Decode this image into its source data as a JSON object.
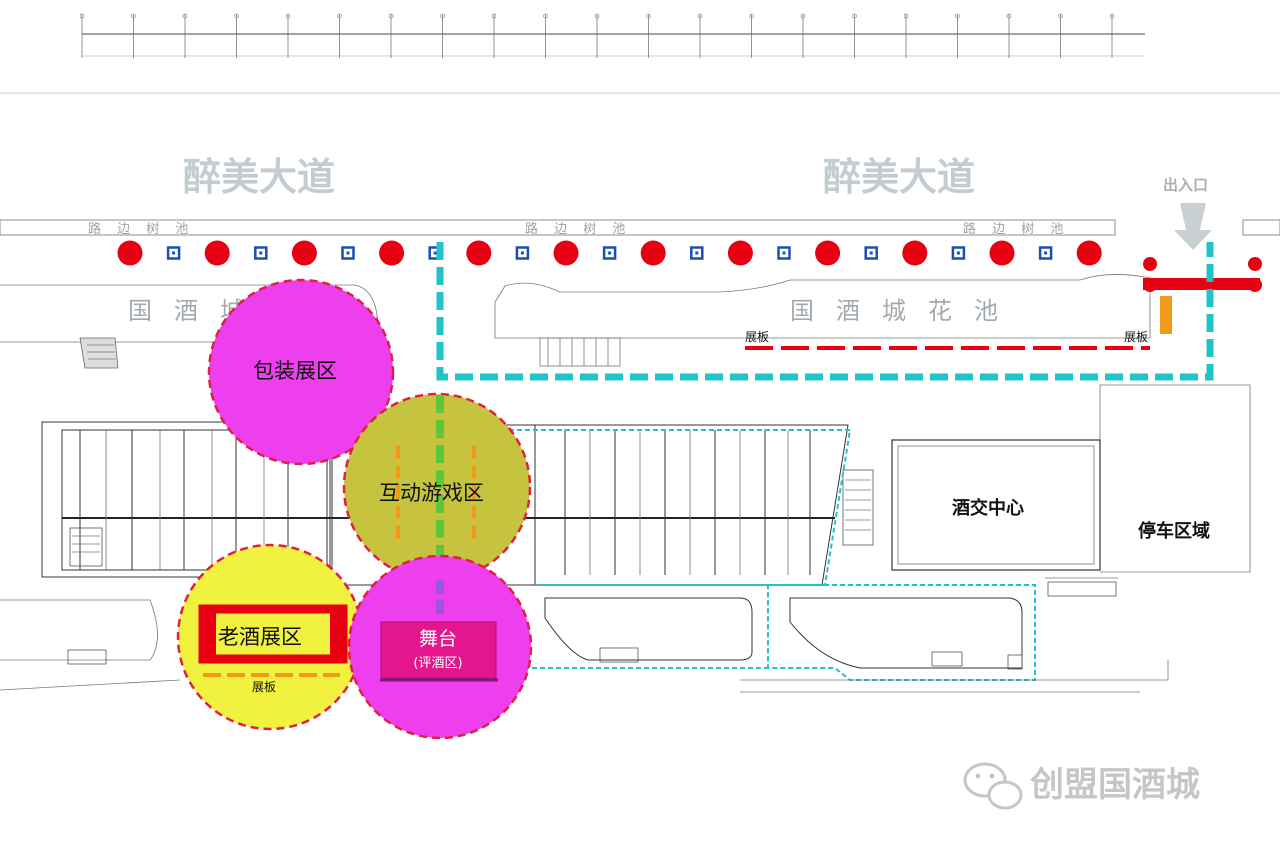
{
  "roads": [
    "醉美大道",
    "醉美大道"
  ],
  "tree_pool_labels": [
    "路 边 树 池",
    "路 边 树 池",
    "路 边 树 池"
  ],
  "flower_pools": [
    "国酒城花池",
    "国酒城花池"
  ],
  "entrance": "出入口",
  "zones": {
    "packaging": "包装展区",
    "interactive": "互动游戏区",
    "old_liquor": "老酒展区",
    "stage": "舞台",
    "stage_sub": "(评酒区)"
  },
  "center": "酒交中心",
  "parking": "停车区域",
  "board_labels": [
    "展板",
    "展板",
    "展板"
  ],
  "watermark": "创盟国酒城",
  "colors": {
    "magenta": "#ee3fee",
    "yellow": "#f1f23f",
    "olive": "#c6c43f",
    "cyan": "#1fc3c8",
    "red": "#e60012",
    "orange": "#f29b1a",
    "blue": "#1a4fb5"
  }
}
